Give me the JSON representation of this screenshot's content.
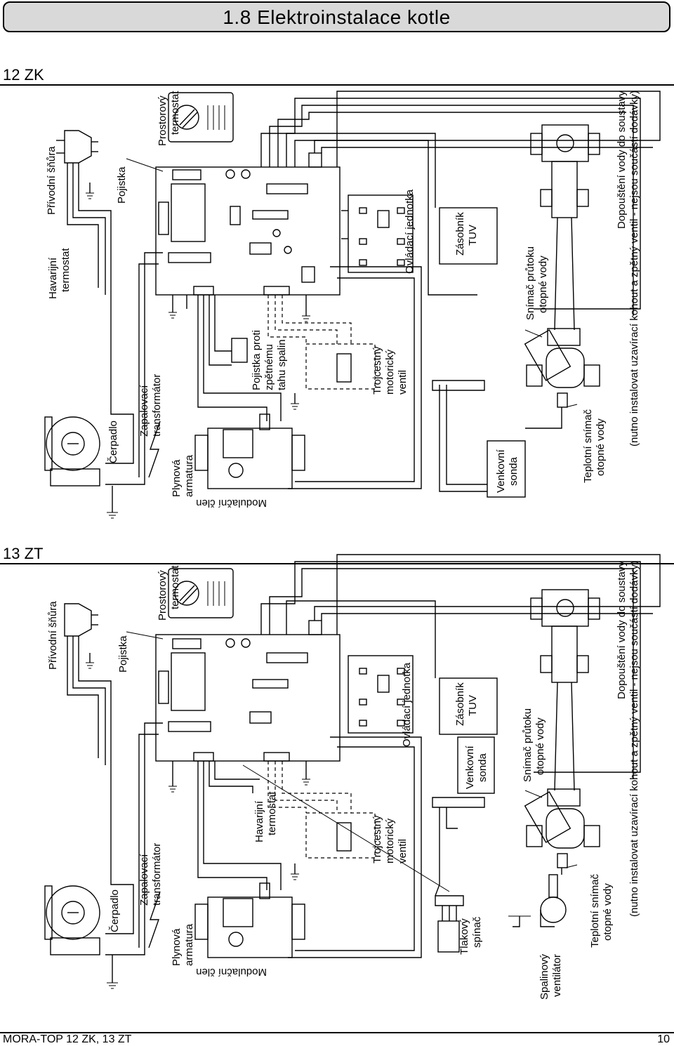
{
  "title": "1.8 Elektroinstalace kotle",
  "footer": {
    "left": "MORA-TOP 12 ZK, 13 ZT",
    "right": "10"
  },
  "sections": [
    {
      "label": "12 ZK",
      "labels": {
        "prostorovy": [
          "Prostorový",
          "termostat"
        ],
        "pojistka": "Pojistka",
        "privodni": "Přívodní šňůra",
        "havarijni": [
          "Havarijní",
          "termostat"
        ],
        "cerpadlo": "Čerpadlo",
        "zapalovaci": [
          "Zapalovací",
          "transformátor"
        ],
        "plynova": [
          "Plynová",
          "armatura"
        ],
        "modulacni": "Modulační člen",
        "pojistka_tahu": [
          "Pojistka proti",
          "zpětnému",
          "tahu spalin"
        ],
        "trojcestny": [
          "Trojcestný",
          "motorický",
          "ventil"
        ],
        "ovladaci": "Ovládací jednotka",
        "zasobnik": [
          "Zásobník",
          "TUV"
        ],
        "venkovni": [
          "Venkovní",
          "sonda"
        ],
        "snimac_prutoku": [
          "Snímač průtoku",
          "otopné vody"
        ],
        "teplotni": [
          "Teplotní snímač",
          "otopné vody"
        ],
        "dopousteni": [
          "Dopouštění vody do soustavy",
          "(nutno instalovat uzavírací kohout a zpětný ventil - nejsou součástí dodávky)"
        ]
      }
    },
    {
      "label": "13 ZT",
      "labels": {
        "prostorovy": [
          "Prostorový",
          "termostat"
        ],
        "pojistka": "Pojistka",
        "privodni": "Přívodní šňůra",
        "havarijni": [
          "Havarijní",
          "termostat"
        ],
        "cerpadlo": "Čerpadlo",
        "zapalovaci": [
          "Zapalovací",
          "transformátor"
        ],
        "plynova": [
          "Plynová",
          "armatura"
        ],
        "modulacni": "Modulační člen",
        "trojcestny": [
          "Trojcestný",
          "motorický",
          "ventil"
        ],
        "ovladaci": "Ovládací jednotka",
        "zasobnik": [
          "Zásobník",
          "TUV"
        ],
        "venkovni": [
          "Venkovní",
          "sonda"
        ],
        "tlakovy": [
          "Tlakový",
          "spínač"
        ],
        "spalinovy": [
          "Spalinový",
          "ventilátor"
        ],
        "snimac_prutoku": [
          "Snímač průtoku",
          "otopné vody"
        ],
        "teplotni": [
          "Teplotní snímač",
          "otopné vody"
        ],
        "dopousteni": [
          "Dopouštění vody do soustavy",
          "(nutno instalovat uzavírací kohout a zpětný ventil - nejsou součástí dodávky)"
        ]
      }
    }
  ]
}
